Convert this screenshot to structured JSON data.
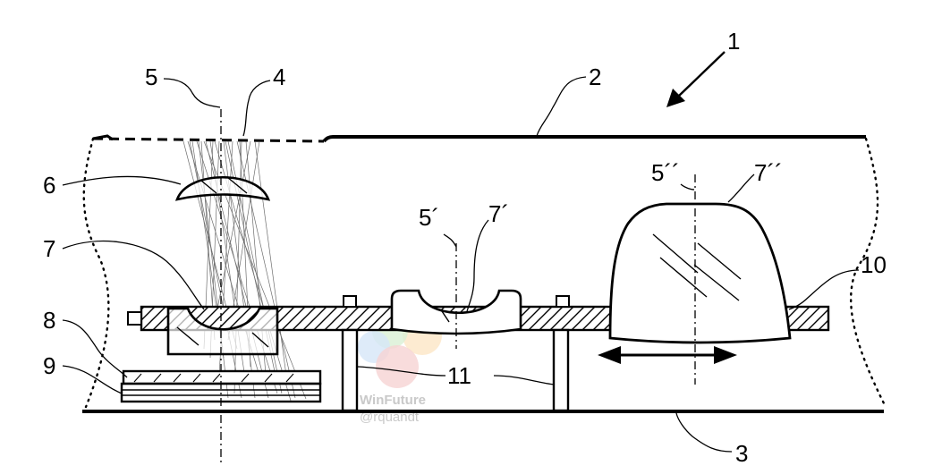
{
  "labels": {
    "l1": "1",
    "l2": "2",
    "l3": "3",
    "l4": "4",
    "l5": "5",
    "l5p": "5´",
    "l5pp": "5´´",
    "l6": "6",
    "l7": "7",
    "l7p": "7´",
    "l7pp": "7´´",
    "l8": "8",
    "l9": "9",
    "l10": "10",
    "l11": "11"
  },
  "watermark": {
    "brand": "WinFuture",
    "handle": "@rquandt"
  }
}
